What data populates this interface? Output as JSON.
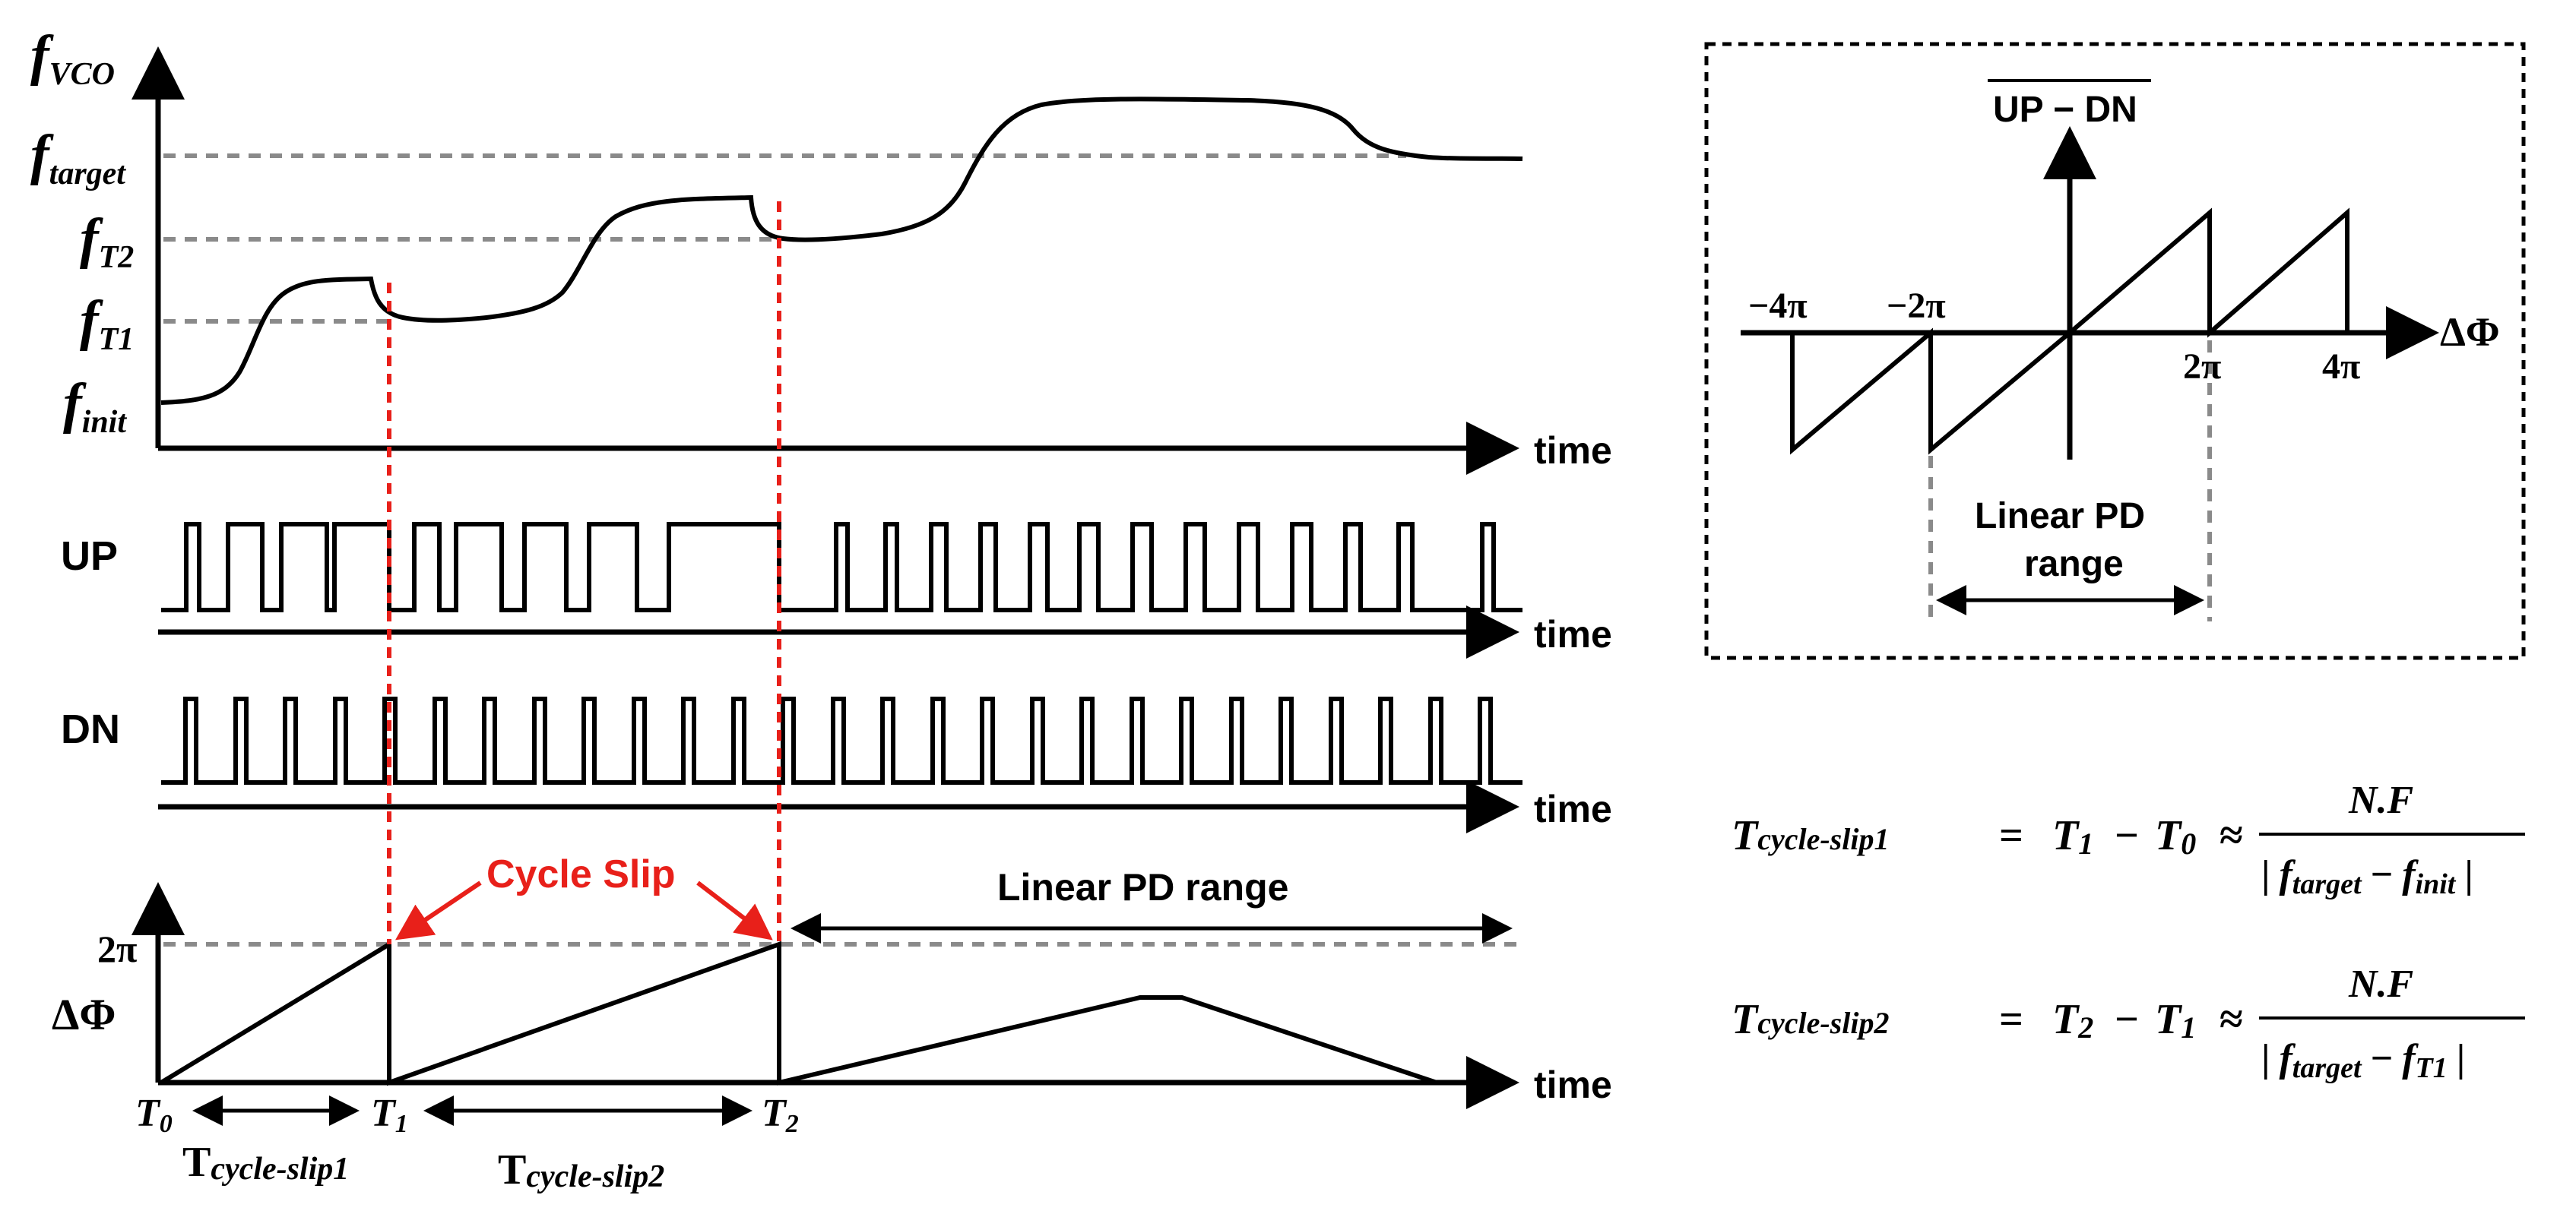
{
  "freq_plot": {
    "y_label_main": "f",
    "y_label_sub": "VCO",
    "levels": [
      {
        "main": "f",
        "sub": "target"
      },
      {
        "main": "f",
        "sub": "T2"
      },
      {
        "main": "f",
        "sub": "T1"
      },
      {
        "main": "f",
        "sub": "init"
      }
    ],
    "x_label": "time"
  },
  "up_plot": {
    "label": "UP",
    "x_label": "time"
  },
  "dn_plot": {
    "label": "DN",
    "x_label": "time"
  },
  "phase_plot": {
    "y_tick": "2π",
    "y_label": "ΔΦ",
    "x_label": "time",
    "cycle_slip_label": "Cycle Slip",
    "linear_range_label": "Linear PD range",
    "time_markers": [
      {
        "main": "T",
        "sub": "0"
      },
      {
        "main": "T",
        "sub": "1"
      },
      {
        "main": "T",
        "sub": "2"
      }
    ],
    "intervals": [
      {
        "main": "T",
        "sub": "cycle-slip1"
      },
      {
        "main": "T",
        "sub": "cycle-slip2"
      }
    ]
  },
  "inset": {
    "y_label": "UP − DN",
    "x_label": "ΔΦ",
    "ticks": [
      "−4π",
      "−2π",
      "2π",
      "4π"
    ],
    "range_label_line1": "Linear PD",
    "range_label_line2": "range"
  },
  "equations": [
    {
      "lhs_main": "T",
      "lhs_sub": "cycle-slip1",
      "eq": "=",
      "a_main": "T",
      "a_sub": "1",
      "minus": "−",
      "b_main": "T",
      "b_sub": "0",
      "approx": "≈",
      "numerator": "N.F",
      "den_bar_left": "|",
      "den_f": "f",
      "den_f_sub": "target",
      "den_minus": "−",
      "den_g": "f",
      "den_g_sub": "init",
      "den_bar_right": "|"
    },
    {
      "lhs_main": "T",
      "lhs_sub": "cycle-slip2",
      "eq": "=",
      "a_main": "T",
      "a_sub": "2",
      "minus": "−",
      "b_main": "T",
      "b_sub": "1",
      "approx": "≈",
      "numerator": "N.F",
      "den_bar_left": "|",
      "den_f": "f",
      "den_f_sub": "target",
      "den_minus": "−",
      "den_g": "f",
      "den_g_sub": "T1",
      "den_bar_right": "|"
    }
  ]
}
